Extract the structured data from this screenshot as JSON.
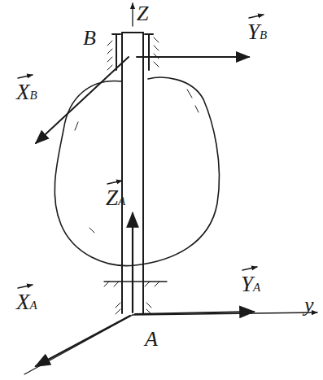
{
  "diagram": {
    "labels": [
      "Z",
      "B",
      "XB",
      "YB",
      "ZA",
      "YA",
      "XA",
      "A",
      "y"
    ]
  }
}
